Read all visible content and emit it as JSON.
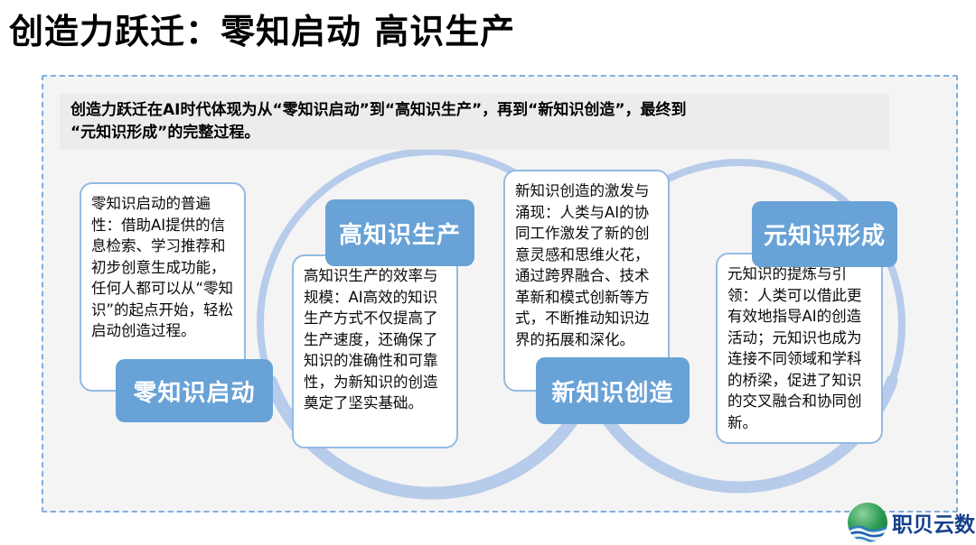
{
  "title": "创造力跃迁：零知启动 高识生产",
  "intro": "创造力跃迁在AI时代体现为从“零知识启动”到“高知识生产”，再到“新知识创造”，最终到\n “元知识形成”的完整过程。",
  "stages": [
    {
      "label": "零知识启动",
      "description": "零知识启动的普遍性：借助AI提供的信息检索、学习推荐和初步创意生成功能，任何人都可以从“零知识”的起点开始，轻松启动创造过程。"
    },
    {
      "label": "高知识生产",
      "description": "高知识生产的效率与规模：AI高效的知识生产方式不仅提高了生产速度，还确保了知识的准确性和可靠性，为新知识的创造奠定了坚实基础。"
    },
    {
      "label": "新知识创造",
      "description": "新知识创造的激发与涌现：人类与AI的协同工作激发了新的创意灵感和思维火花，通过跨界融合、技术革新和模式创新等方式，不断推动知识边界的拓展和深化。"
    },
    {
      "label": "元知识形成",
      "description": "元知识的提炼与引领：人类可以借此更有效地指导AI的创造活动；元知识也成为连接不同领域和学科的桥梁，促进了知识的交叉融合和协同创新。"
    }
  ],
  "logo": {
    "text": "职贝云数"
  },
  "colors": {
    "stage_label_bg": "#68a2d6",
    "box_border": "#93bbe2",
    "arc": "#b7cbea",
    "frame_border": "#7fafdf",
    "intro_bg": "#ececec",
    "frame_bg": "#f4f4f4",
    "logo_text": "#16418c",
    "logo_green": "#2f9e57"
  }
}
